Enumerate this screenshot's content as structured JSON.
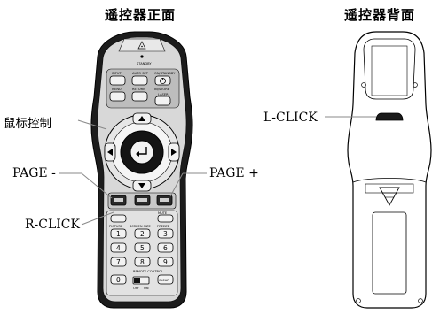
{
  "titles": {
    "front": "遥控器正面",
    "back": "遥控器背面"
  },
  "callouts": {
    "mouse_control": "鼠标控制",
    "page_down": "PAGE -",
    "page_up": "PAGE +",
    "right_click": "R-CLICK",
    "left_click": "L-CLICK"
  },
  "remote_front": {
    "top_buttons": [
      "INPUT",
      "AUTO SET",
      "ON/STANDBY",
      "MENU",
      "RETURN",
      "IN/STORE",
      "LASER"
    ],
    "mid_labels": [
      "PICTURE",
      "SCREEN SIZE",
      "FREEZE",
      "MUTE"
    ],
    "numbers": [
      "1",
      "2",
      "3",
      "4",
      "5",
      "6",
      "7",
      "8",
      "9",
      "0"
    ],
    "bottom_labels": [
      "REMOTE CONTROL",
      "CLEAR",
      "OFF",
      "ON"
    ]
  },
  "colors": {
    "body_dark": "#1c1c1c",
    "button_face": "#f2f2f2",
    "outline": "#000000"
  },
  "icons": [
    "laser-warning-icon",
    "power-icon",
    "enter-icon",
    "arrow-up-icon",
    "arrow-down-icon",
    "arrow-left-icon",
    "arrow-right-icon",
    "battery-cover-arrow-icon"
  ]
}
